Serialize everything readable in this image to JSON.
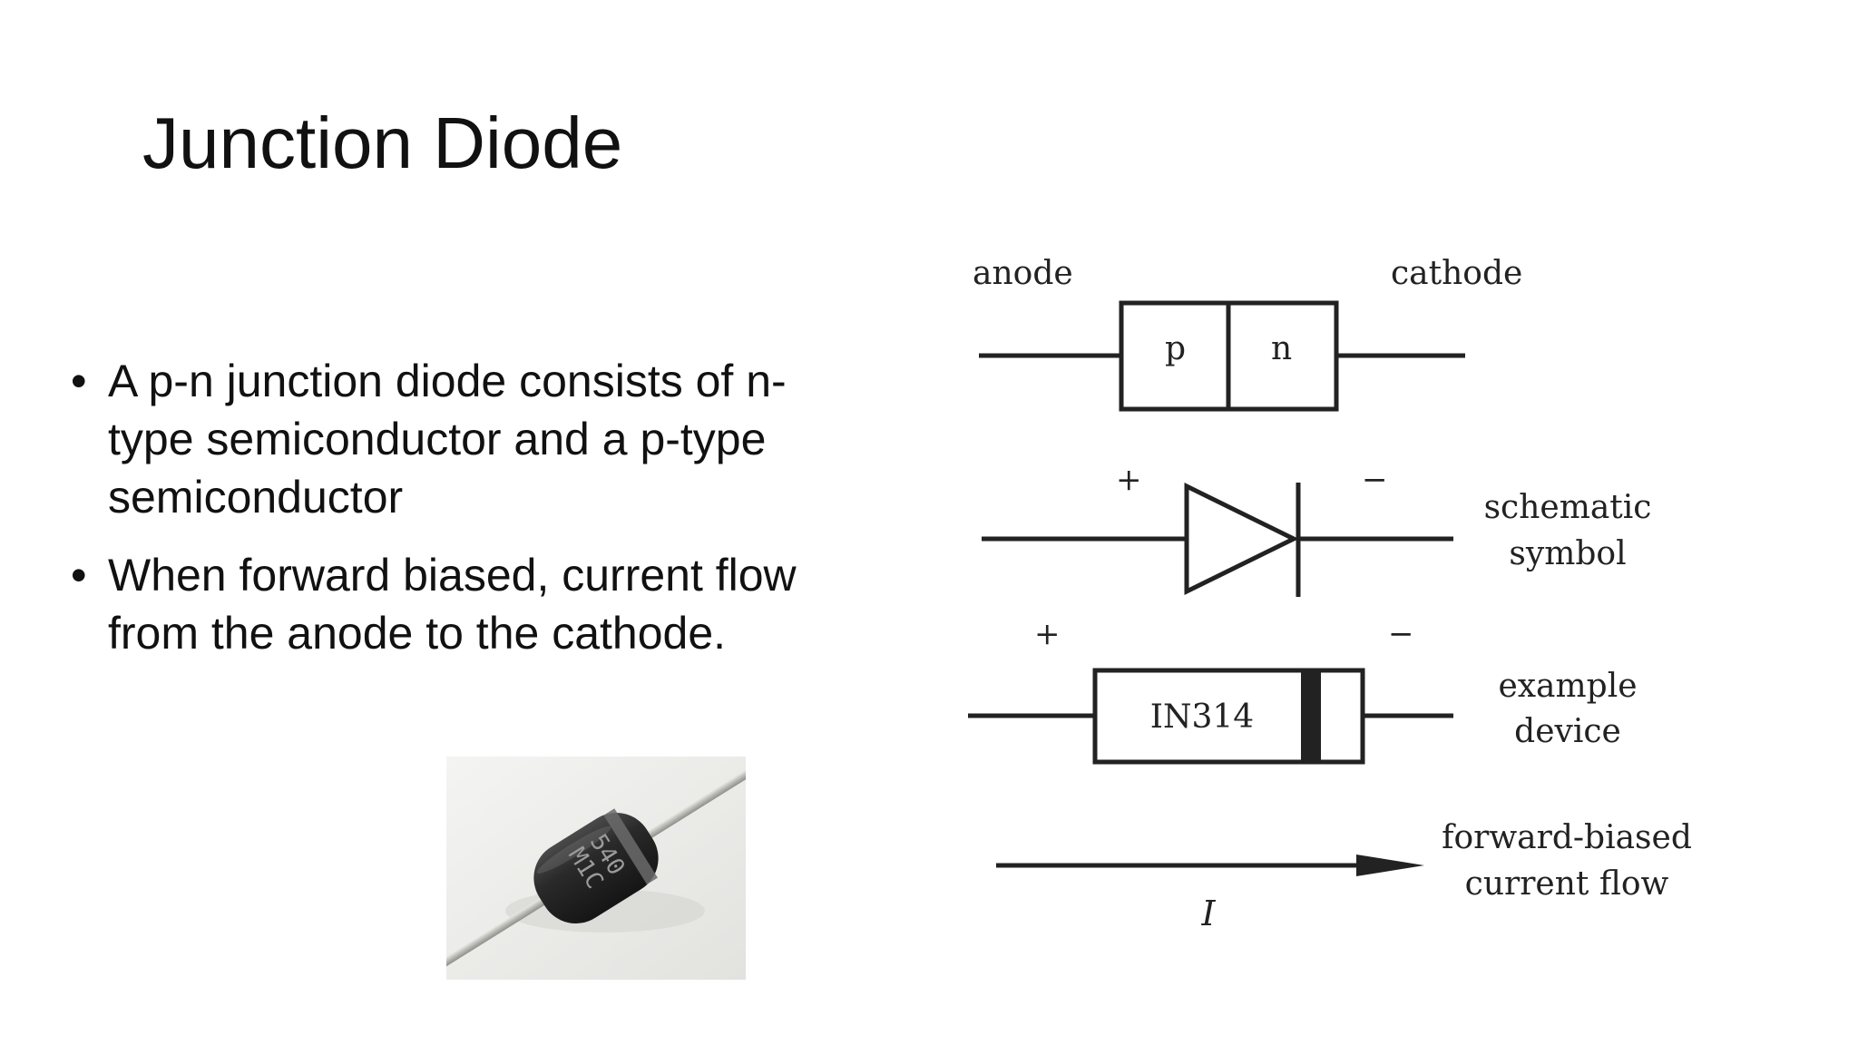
{
  "slide": {
    "title": "Junction Diode",
    "bullets": [
      {
        "marker": "•",
        "text": "A p-n junction diode consists of n-type semiconductor and a p-type semiconductor"
      },
      {
        "marker": "•",
        "text": "When forward biased, current flow from the anode to the cathode."
      }
    ]
  },
  "photo": {
    "marking_line1": "540",
    "marking_line2": "M1C"
  },
  "diagram": {
    "anode_label": "anode",
    "cathode_label": "cathode",
    "p_label": "p",
    "n_label": "n",
    "plus_sign": "+",
    "minus_sign": "−",
    "schematic_label_line1": "schematic",
    "schematic_label_line2": "symbol",
    "device_name": "IN314",
    "example_label_line1": "example",
    "example_label_line2": "device",
    "current_symbol": "I",
    "flow_label_line1": "forward-biased",
    "flow_label_line2": "current flow"
  },
  "colors": {
    "background": "#ffffff",
    "text": "#111111",
    "line": "#222222",
    "diode_body": "#2b2b2b",
    "diode_lead": "#c8c8c4"
  }
}
